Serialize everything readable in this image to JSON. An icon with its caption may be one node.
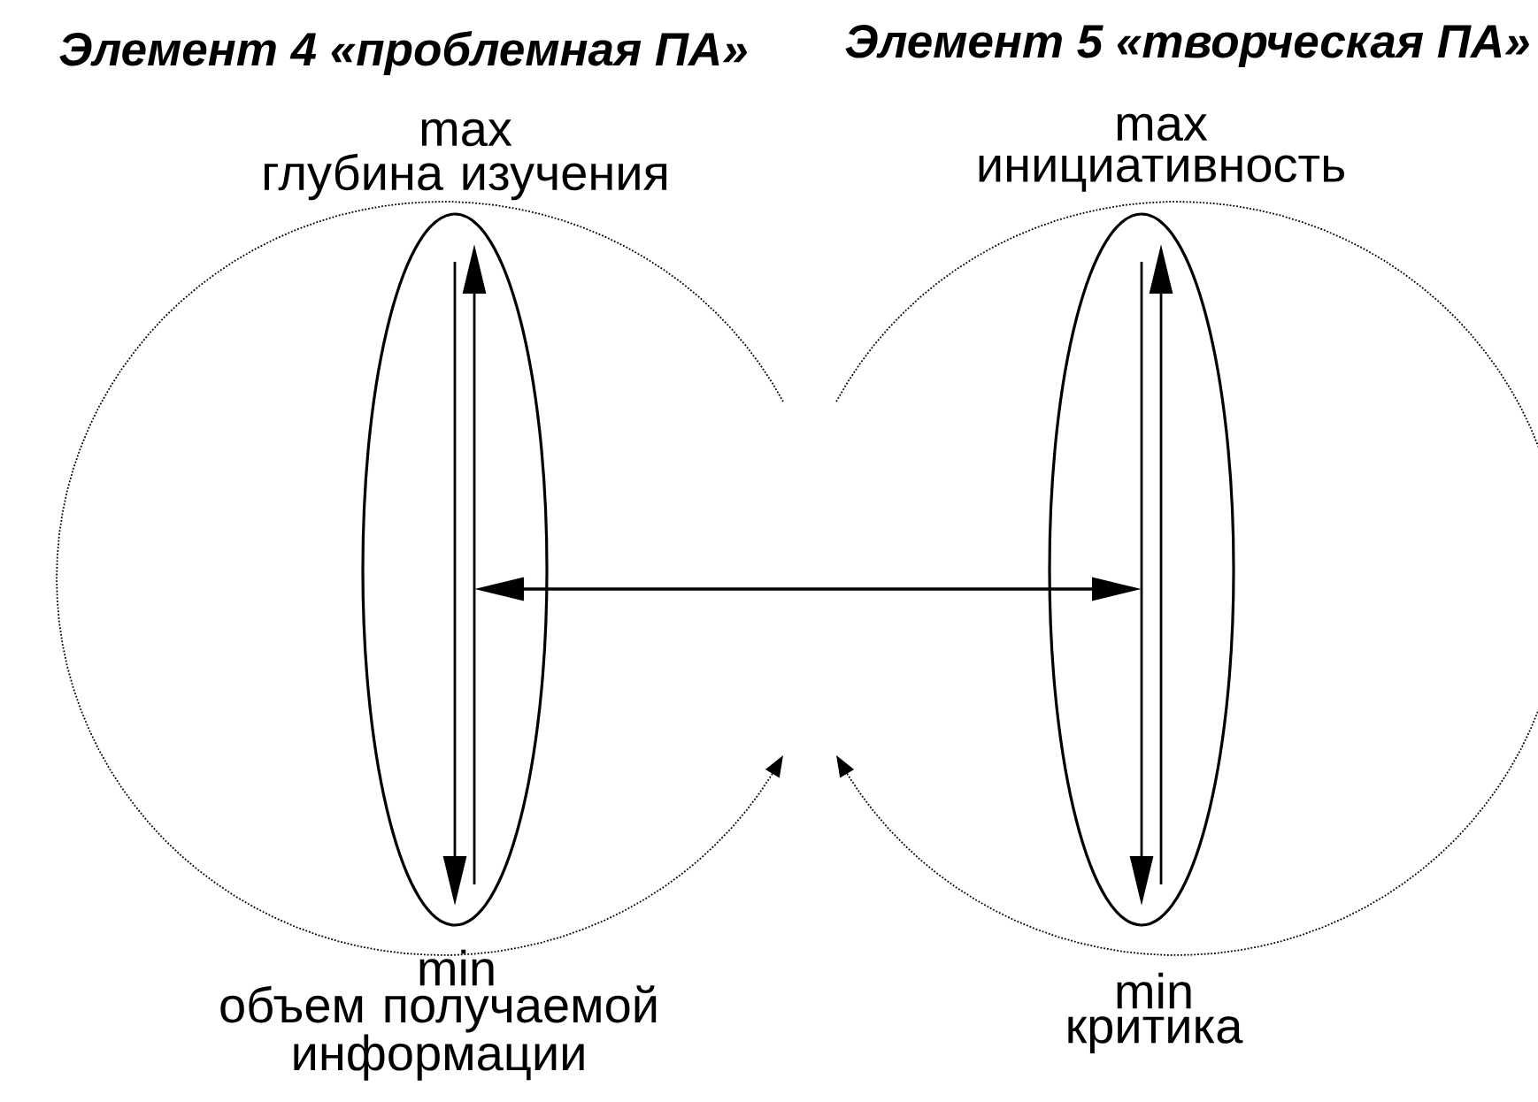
{
  "diagram": {
    "nodes": [
      {
        "text": [
          "Элемент 4  «проблемная ПА»"
        ]
      },
      {
        "text": [],
        "shape": "ellipse",
        "in": 0,
        "beside": [
          "max",
          "глубина изучения",
          "min",
          "объем получаемой информации"
        ]
      },
      {
        "text": [
          "Элемент 5 «творческая ПА»"
        ]
      },
      {
        "text": [],
        "shape": "ellipse",
        "in": 2,
        "beside": [
          "max",
          "инициативность",
          "min",
          "критика"
        ]
      }
    ],
    "edges": [
      {
        "from": 1,
        "to": 3,
        "arrow": "both"
      }
    ]
  }
}
